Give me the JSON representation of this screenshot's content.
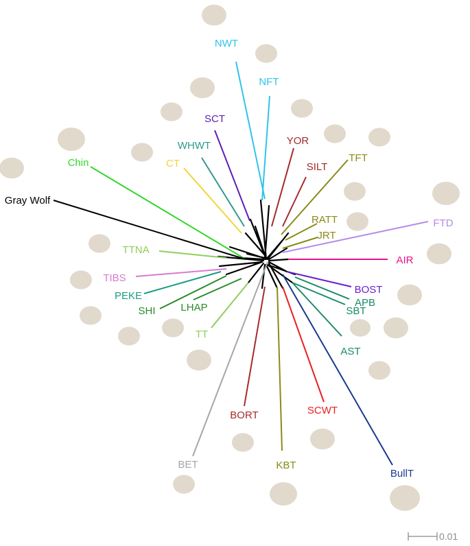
{
  "tree": {
    "taxa": [
      {
        "id": "NWT",
        "label": "NWT",
        "color": "#2ec4ea"
      },
      {
        "id": "NFT",
        "label": "NFT",
        "color": "#2ec4ea"
      },
      {
        "id": "SCT",
        "label": "SCT",
        "color": "#5b1fb4"
      },
      {
        "id": "WHWT",
        "label": "WHWT",
        "color": "#2e9b8c"
      },
      {
        "id": "CT",
        "label": "CT",
        "color": "#f1d53a"
      },
      {
        "id": "Chin",
        "label": "Chin",
        "color": "#33d62a"
      },
      {
        "id": "GrayWolf",
        "label": "Gray Wolf",
        "color": "#000000"
      },
      {
        "id": "TTNA",
        "label": "TTNA",
        "color": "#8dcf5a"
      },
      {
        "id": "TIBS",
        "label": "TIBS",
        "color": "#d97ad1"
      },
      {
        "id": "PEKE",
        "label": "PEKE",
        "color": "#1a9c82"
      },
      {
        "id": "SHI",
        "label": "SHI",
        "color": "#2a8a2a"
      },
      {
        "id": "LHAP",
        "label": "LHAP",
        "color": "#2a8a2a"
      },
      {
        "id": "TT",
        "label": "TT",
        "color": "#8dcf5a"
      },
      {
        "id": "BET",
        "label": "BET",
        "color": "#a6a6a6"
      },
      {
        "id": "BORT",
        "label": "BORT",
        "color": "#a52a2a"
      },
      {
        "id": "KBT",
        "label": "KBT",
        "color": "#8a8a1a"
      },
      {
        "id": "SCWT",
        "label": "SCWT",
        "color": "#e81f1f"
      },
      {
        "id": "BullT",
        "label": "BullT",
        "color": "#173a8f"
      },
      {
        "id": "AST",
        "label": "AST",
        "color": "#1a8a6a"
      },
      {
        "id": "SBT",
        "label": "SBT",
        "color": "#1a8a6a"
      },
      {
        "id": "APB",
        "label": "APB",
        "color": "#1a8a6a"
      },
      {
        "id": "BOST",
        "label": "BOST",
        "color": "#6a1fd0"
      },
      {
        "id": "AIR",
        "label": "AIR",
        "color": "#e8128a"
      },
      {
        "id": "FTD",
        "label": "FTD",
        "color": "#b58ae8"
      },
      {
        "id": "JRT",
        "label": "JRT",
        "color": "#8a8a1a"
      },
      {
        "id": "RATT",
        "label": "RATT",
        "color": "#8a8a1a"
      },
      {
        "id": "TFT",
        "label": "TFT",
        "color": "#8a8a1a"
      },
      {
        "id": "SILT",
        "label": "SILT",
        "color": "#a52a2a"
      },
      {
        "id": "YOR",
        "label": "YOR",
        "color": "#a52a2a"
      }
    ]
  },
  "scale_bar": {
    "label": "0.01"
  }
}
